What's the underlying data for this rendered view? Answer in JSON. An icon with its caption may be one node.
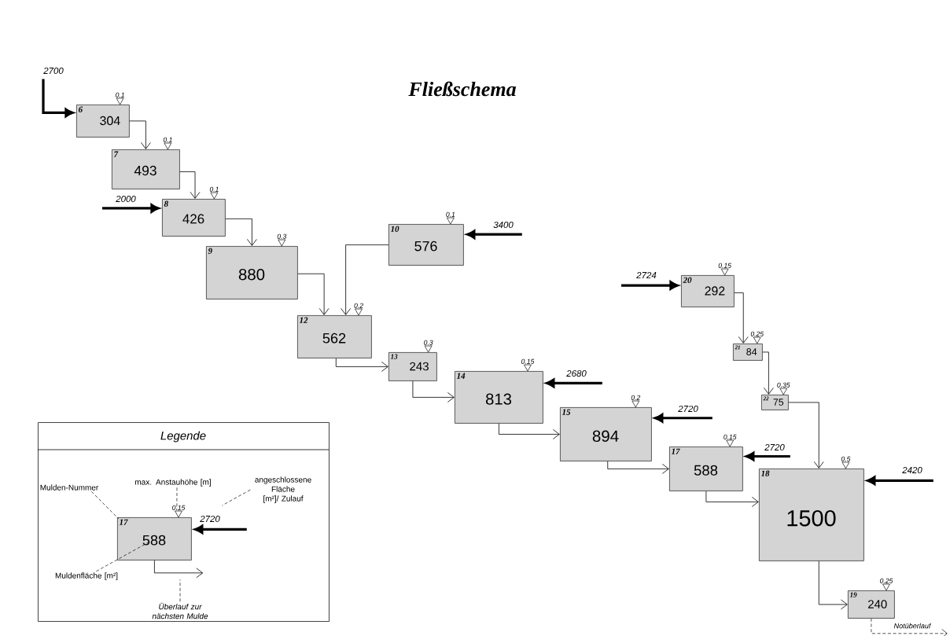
{
  "diagram": {
    "title": "Fließschema",
    "nodes": [
      {
        "text": [
          "6",
          "304"
        ],
        "beside": [
          "0.1"
        ]
      },
      {
        "text": [
          "7",
          "493"
        ],
        "beside": [
          "0.1"
        ]
      },
      {
        "text": [
          "8",
          "426"
        ],
        "beside": [
          "0.1"
        ]
      },
      {
        "text": [
          "9",
          "880"
        ],
        "beside": [
          "0.3"
        ]
      },
      {
        "text": [
          "10",
          "576"
        ],
        "beside": [
          "0.1"
        ]
      },
      {
        "text": [
          "12",
          "562"
        ],
        "beside": [
          "0.2"
        ]
      },
      {
        "text": [
          "13",
          "243"
        ],
        "beside": [
          "0.3"
        ]
      },
      {
        "text": [
          "14",
          "813"
        ],
        "beside": [
          "0.15"
        ]
      },
      {
        "text": [
          "15",
          "894"
        ],
        "beside": [
          "0.2"
        ]
      },
      {
        "text": [
          "17",
          "588"
        ],
        "beside": [
          "0.15"
        ]
      },
      {
        "text": [
          "18",
          "1500"
        ],
        "beside": [
          "0.5"
        ]
      },
      {
        "text": [
          "19",
          "240"
        ],
        "beside": [
          "0.25"
        ]
      },
      {
        "text": [
          "20",
          "292"
        ],
        "beside": [
          "0.15"
        ]
      },
      {
        "text": [
          "21",
          "84"
        ],
        "beside": [
          "0.25"
        ]
      },
      {
        "text": [
          "22",
          "75"
        ],
        "beside": [
          "0.35"
        ]
      },
      {
        "text": [
          "Legende"
        ]
      },
      {
        "text": [
          "17",
          "588"
        ],
        "beside": [
          "0.15"
        ],
        "in": 15
      },
      {
        "text": [
          "max. Anstauhöhe [m]"
        ],
        "in": 15
      },
      {
        "text": [
          "Mulden-Nummer"
        ],
        "in": 15
      },
      {
        "text": [
          "angeschlossene Fläche [m²]/ Zulauf"
        ],
        "in": 15
      },
      {
        "text": [
          "Muldenfläche [m²]"
        ],
        "in": 15
      },
      {
        "text": [
          "Überlauf zur nächsten Mulde"
        ],
        "in": 15
      }
    ],
    "edges": [
      {
        "from": null,
        "to": 0,
        "arrow": "to",
        "label": "2700",
        "style": "thick"
      },
      {
        "from": 0,
        "to": 1,
        "arrow": "to"
      },
      {
        "from": 1,
        "to": 2,
        "arrow": "to"
      },
      {
        "from": null,
        "to": 2,
        "arrow": "to",
        "label": "2000",
        "style": "thick"
      },
      {
        "from": 2,
        "to": 3,
        "arrow": "to"
      },
      {
        "from": 3,
        "to": 5,
        "arrow": "to"
      },
      {
        "from": 4,
        "to": 5,
        "arrow": "to"
      },
      {
        "from": null,
        "to": 4,
        "arrow": "to",
        "label": "3400",
        "style": "thick"
      },
      {
        "from": 5,
        "to": 6,
        "arrow": "to"
      },
      {
        "from": 6,
        "to": 7,
        "arrow": "to"
      },
      {
        "from": null,
        "to": 7,
        "arrow": "to",
        "label": "2680",
        "style": "thick"
      },
      {
        "from": 7,
        "to": 8,
        "arrow": "to"
      },
      {
        "from": null,
        "to": 8,
        "arrow": "to",
        "label": "2720",
        "style": "thick"
      },
      {
        "from": 8,
        "to": 9,
        "arrow": "to"
      },
      {
        "from": null,
        "to": 9,
        "arrow": "to",
        "label": "2720",
        "style": "thick"
      },
      {
        "from": 9,
        "to": 10,
        "arrow": "to"
      },
      {
        "from": null,
        "to": 10,
        "arrow": "to",
        "label": "2420",
        "style": "thick"
      },
      {
        "from": null,
        "to": 12,
        "arrow": "to",
        "label": "2724",
        "style": "thick"
      },
      {
        "from": 12,
        "to": 13,
        "arrow": "to"
      },
      {
        "from": 13,
        "to": 14,
        "arrow": "to"
      },
      {
        "from": 14,
        "to": 10,
        "arrow": "to"
      },
      {
        "from": 10,
        "to": 11,
        "arrow": "to"
      },
      {
        "from": 11,
        "to": null,
        "arrow": "to",
        "label": "Notüberlauf",
        "style": "dashed"
      },
      {
        "from": null,
        "to": 16,
        "arrow": "to",
        "label": "2720",
        "style": "thick"
      },
      {
        "from": 16,
        "to": null,
        "arrow": "to"
      },
      {
        "from": 17,
        "to": 16,
        "arrow": "none",
        "style": "dashed"
      },
      {
        "from": 18,
        "to": 16,
        "arrow": "none",
        "style": "dashed"
      },
      {
        "from": 19,
        "to": null,
        "arrow": "none",
        "style": "dashed"
      },
      {
        "from": 20,
        "to": 16,
        "arrow": "none",
        "style": "dashed"
      },
      {
        "from": 21,
        "to": null,
        "arrow": "none",
        "style": "dashed"
      }
    ]
  }
}
